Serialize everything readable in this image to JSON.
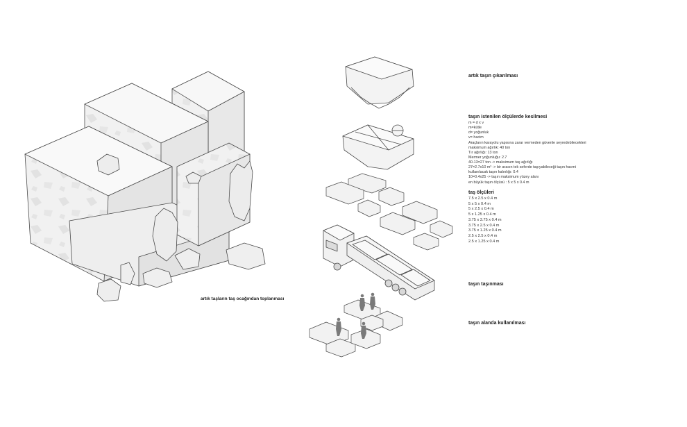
{
  "labels": {
    "quarry": "artık taşların taş ocağından toplanması",
    "extraction": "artık taşın çıkarılması",
    "cutting_title": "taşın istenilen ölçülerde kesilmesi",
    "sizes_title": "taş ölçüleri",
    "transport": "taşın taşınması",
    "usage": "taşın alanda kullanılması"
  },
  "cutting_lines": [
    "m = d x v",
    "m=kütle",
    "d= yoğunluk",
    "v= hacim",
    "Araçların karayolu yapısına zarar vermeden güvenle seyredebilecekleri",
    "maksimum ağırlık: 40 ton",
    "Tır ağırlığı: 13 ton",
    "Mermer yoğunluğu: 2.7",
    "40-13=27 ton -> maksimum taş ağırlığı",
    "27=2.7x10 m³ -> bir aracın tek seferde taşıyabileceği taşın hacmi",
    "kullanılacak taşın kalınlığı: 0.4",
    "10=0.4x25 -> taşın maksimum yüzey alanı",
    "en büyük taşın ölçüsü : 5 x 5 x 0.4 m"
  ],
  "sizes": [
    "7.5 x 2.5 x 0.4 m",
    "5 x 5 x 0.4 m",
    "5 x 2.5 x 0.4 m",
    "5 x 1.25 x 0.4 m",
    "3.75 x 3.75 x 0.4 m",
    "3.75 x 2.5 x 0.4 m",
    "3.75 x 1.25 x 0.4 m",
    "2.5 x 2.5 x 0.4 m",
    "2.5 x 1.25 x 0.4 m"
  ]
}
